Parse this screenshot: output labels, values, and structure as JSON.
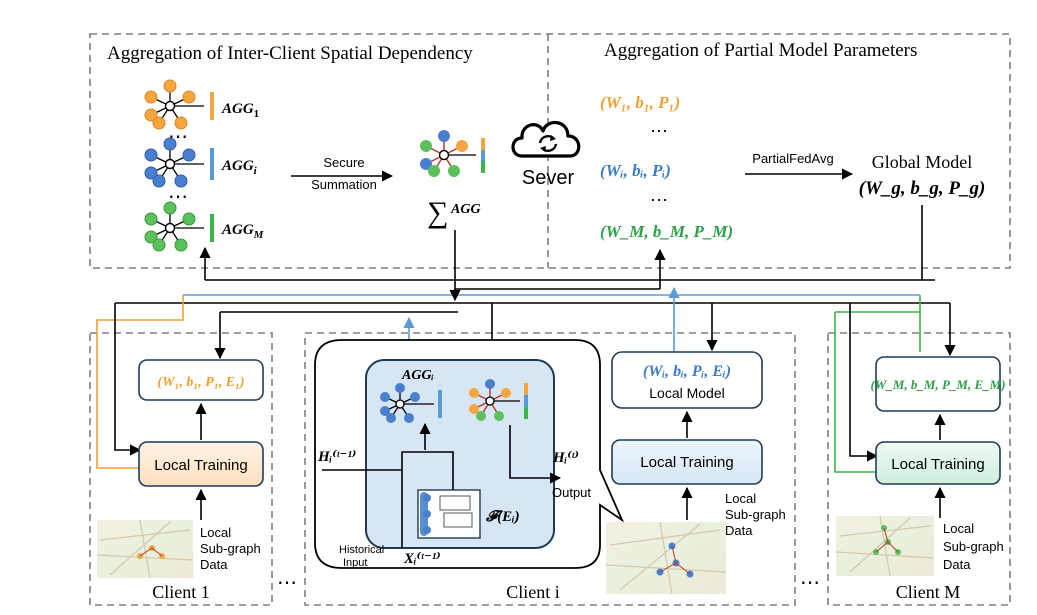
{
  "top": {
    "left_title": "Aggregation of Inter-Client Spatial Dependency",
    "right_title": "Aggregation of Partial Model Parameters",
    "agg_1": "AGG",
    "agg_1_sub": "1",
    "agg_i": "AGG",
    "agg_i_sub": "i",
    "agg_m": "AGG",
    "agg_m_sub": "M",
    "dots": "⋯",
    "secure_line1": "Secure",
    "secure_line2": "Summation",
    "sum_symbol": "∑",
    "sum_label": "AGG",
    "server_label": "Sever",
    "params_1": "(W₁, b₁, P₁)",
    "params_i": "(Wᵢ, bᵢ, Pᵢ)",
    "params_m": "(W_M, b_M, P_M)",
    "partialfedavg": "PartialFedAvg",
    "global_model": "Global Model",
    "global_params": "(W_g, b_g, P_g)"
  },
  "clients": {
    "c1_params": "(W₁, b₁, P₁, E₁)",
    "c1_training": "Local Training",
    "c1_data_line1": "Local",
    "c1_data_line2": "Sub-graph",
    "c1_data_line3": "Data",
    "c1_label": "Client 1",
    "ci_agg": "AGGᵢ",
    "ci_h_prev": "Hᵢ⁽ᵗ⁻¹⁾",
    "ci_h_next": "Hᵢ⁽ᵗ⁾",
    "ci_output": "Output",
    "ci_f": "𝓕(Eᵢ)",
    "ci_historical_line1": "Historical",
    "ci_historical_line2": "Input",
    "ci_x": "Xᵢ⁽ᵗ⁻¹⁾",
    "ci_params": "(Wᵢ, bᵢ, Pᵢ, Eᵢ)",
    "ci_local_model": "Local Model",
    "ci_training": "Local Training",
    "ci_data_line1": "Local",
    "ci_data_line2": "Sub-graph",
    "ci_data_line3": "Data",
    "ci_label": "Client i",
    "cm_params": "(W_M, b_M, P_M, E_M)",
    "cm_training": "Local Training",
    "cm_data_line1": "Local",
    "cm_data_line2": "Sub-graph",
    "cm_data_line3": "Data",
    "cm_label": "Client M",
    "ellipsis_left": "⋯",
    "ellipsis_right": "⋯"
  },
  "colors": {
    "client_1": "#f0a030",
    "client_i": "#3a7cc7",
    "client_m": "#2ca24a",
    "box_border": "#1f3a56",
    "dashed": "#7f7f7f"
  }
}
